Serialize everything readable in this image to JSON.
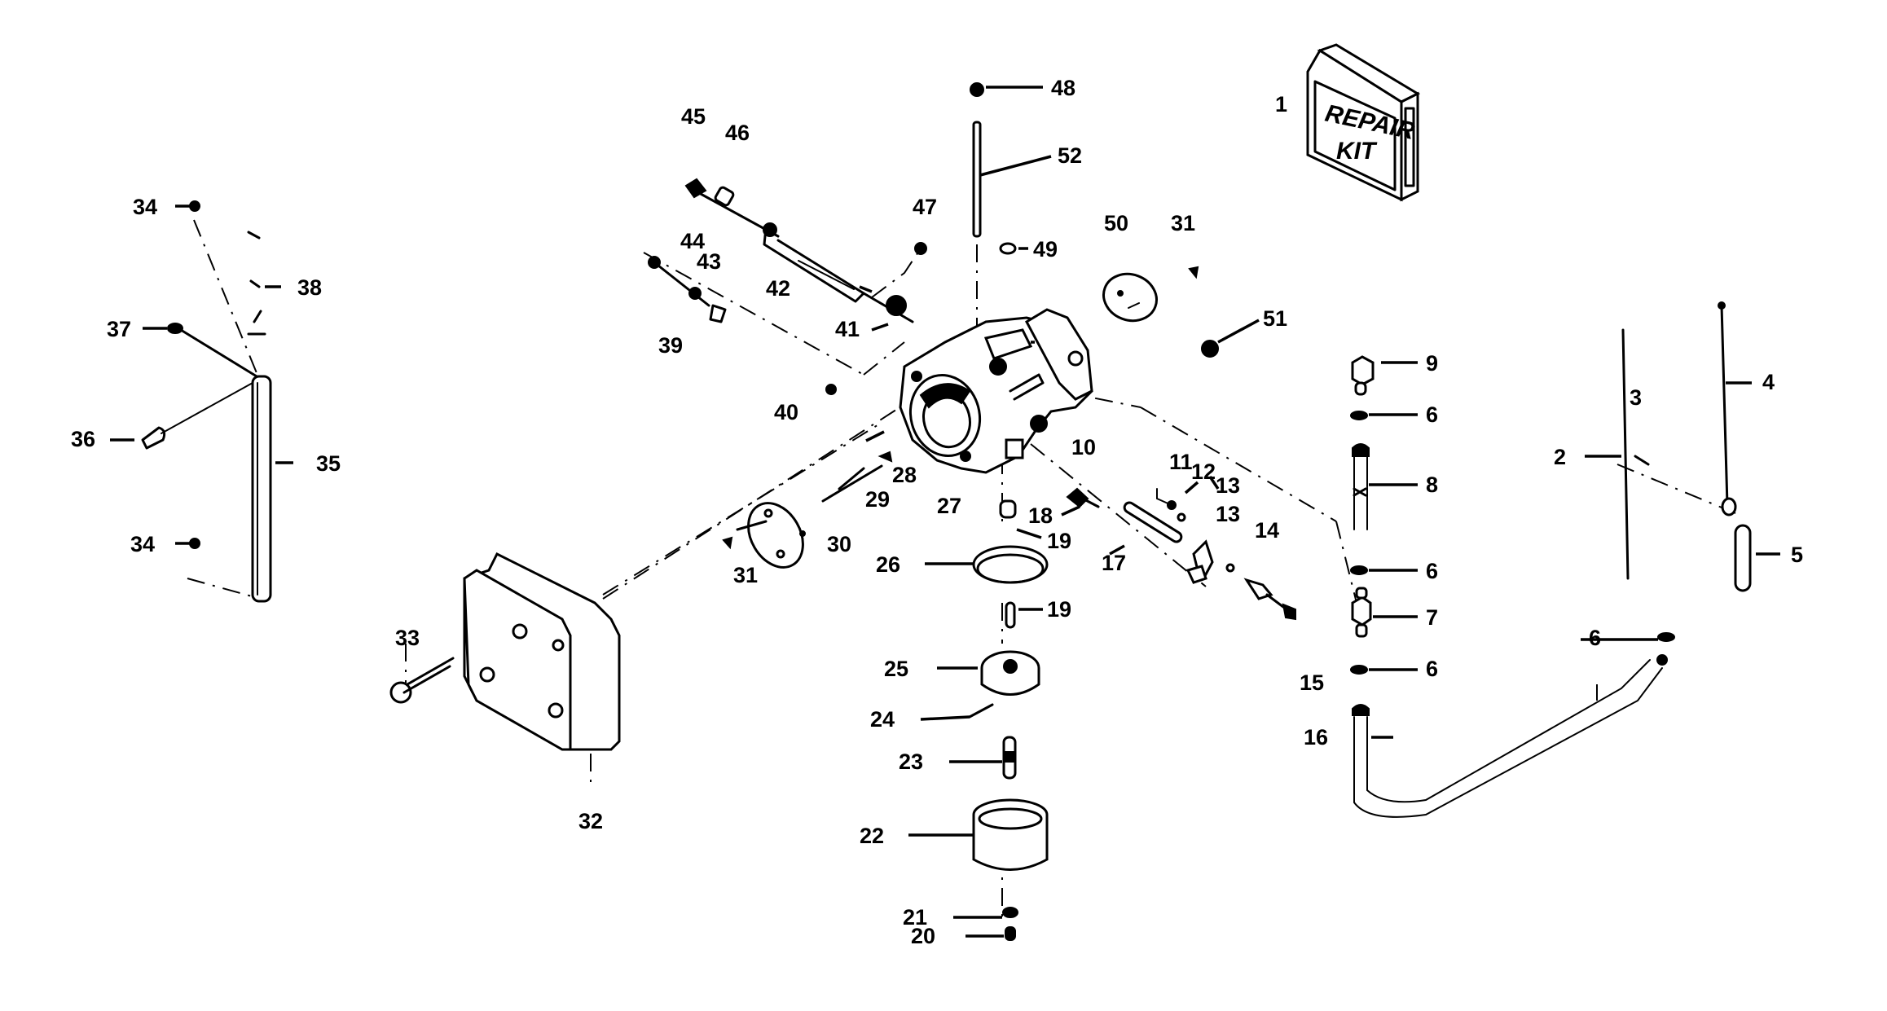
{
  "diagram": {
    "title": "Carburetor exploded parts diagram",
    "colors": {
      "ink": "#000000",
      "background": "#ffffff"
    },
    "repair_kit": {
      "line1": "REPAIR",
      "line2": "KIT"
    },
    "callouts": [
      {
        "id": "p1",
        "label": "1"
      },
      {
        "id": "p2",
        "label": "2"
      },
      {
        "id": "p3",
        "label": "3"
      },
      {
        "id": "p4",
        "label": "4"
      },
      {
        "id": "p5",
        "label": "5"
      },
      {
        "id": "p6a",
        "label": "6"
      },
      {
        "id": "p6b",
        "label": "6"
      },
      {
        "id": "p6c",
        "label": "6"
      },
      {
        "id": "p6d",
        "label": "6"
      },
      {
        "id": "p7",
        "label": "7"
      },
      {
        "id": "p8",
        "label": "8"
      },
      {
        "id": "p9",
        "label": "9"
      },
      {
        "id": "p10",
        "label": "10"
      },
      {
        "id": "p11",
        "label": "11"
      },
      {
        "id": "p12",
        "label": "12"
      },
      {
        "id": "p13a",
        "label": "13"
      },
      {
        "id": "p13b",
        "label": "13"
      },
      {
        "id": "p14",
        "label": "14"
      },
      {
        "id": "p15",
        "label": "15"
      },
      {
        "id": "p16",
        "label": "16"
      },
      {
        "id": "p17",
        "label": "17"
      },
      {
        "id": "p18",
        "label": "18"
      },
      {
        "id": "p19a",
        "label": "19"
      },
      {
        "id": "p19b",
        "label": "19"
      },
      {
        "id": "p20",
        "label": "20"
      },
      {
        "id": "p21",
        "label": "21"
      },
      {
        "id": "p22",
        "label": "22"
      },
      {
        "id": "p23",
        "label": "23"
      },
      {
        "id": "p24",
        "label": "24"
      },
      {
        "id": "p25",
        "label": "25"
      },
      {
        "id": "p26",
        "label": "26"
      },
      {
        "id": "p27",
        "label": "27"
      },
      {
        "id": "p28",
        "label": "28"
      },
      {
        "id": "p29",
        "label": "29"
      },
      {
        "id": "p30",
        "label": "30"
      },
      {
        "id": "p31a",
        "label": "31"
      },
      {
        "id": "p31b",
        "label": "31"
      },
      {
        "id": "p32",
        "label": "32"
      },
      {
        "id": "p33",
        "label": "33"
      },
      {
        "id": "p34a",
        "label": "34"
      },
      {
        "id": "p34b",
        "label": "34"
      },
      {
        "id": "p35",
        "label": "35"
      },
      {
        "id": "p36",
        "label": "36"
      },
      {
        "id": "p37",
        "label": "37"
      },
      {
        "id": "p38",
        "label": "38"
      },
      {
        "id": "p39",
        "label": "39"
      },
      {
        "id": "p40",
        "label": "40"
      },
      {
        "id": "p41",
        "label": "41"
      },
      {
        "id": "p42",
        "label": "42"
      },
      {
        "id": "p43",
        "label": "43"
      },
      {
        "id": "p44",
        "label": "44"
      },
      {
        "id": "p45",
        "label": "45"
      },
      {
        "id": "p46",
        "label": "46"
      },
      {
        "id": "p47",
        "label": "47"
      },
      {
        "id": "p48",
        "label": "48"
      },
      {
        "id": "p49",
        "label": "49"
      },
      {
        "id": "p50",
        "label": "50"
      },
      {
        "id": "p51",
        "label": "51"
      },
      {
        "id": "p52",
        "label": "52"
      }
    ]
  }
}
